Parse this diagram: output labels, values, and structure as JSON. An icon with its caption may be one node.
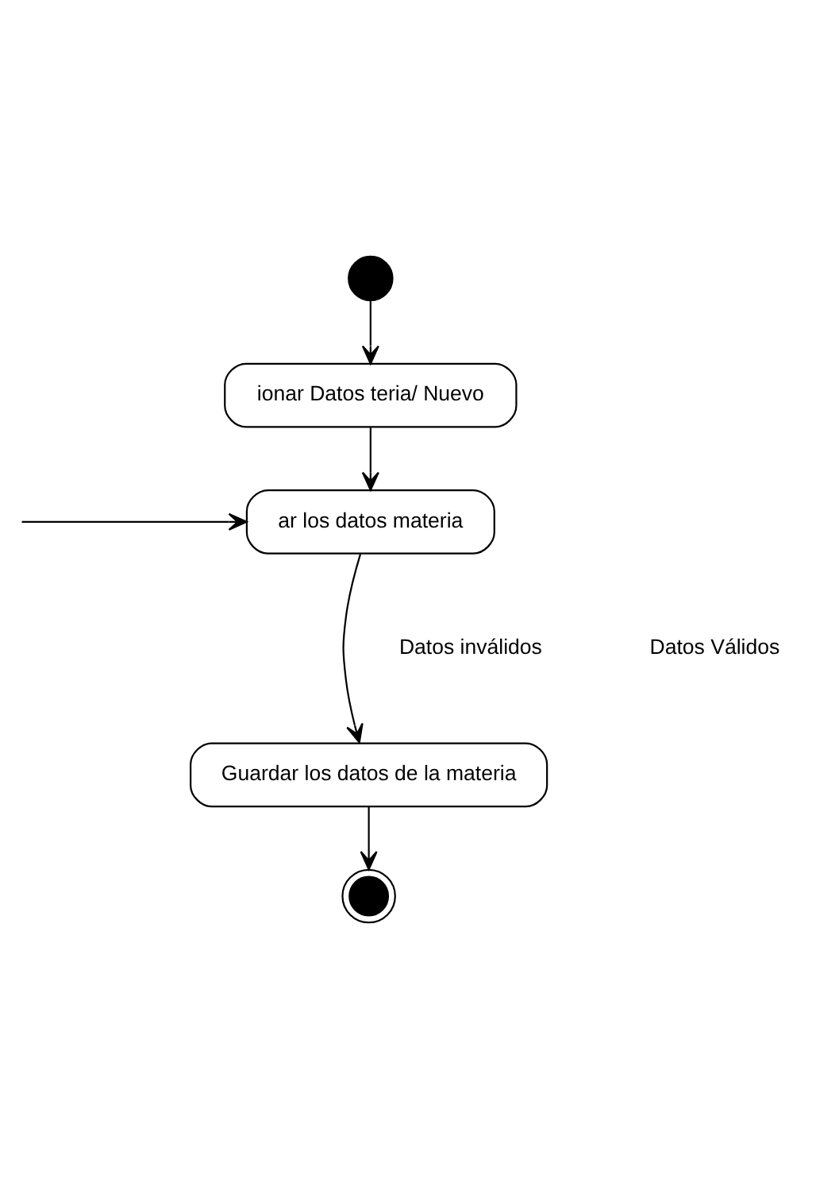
{
  "diagram": {
    "nodes": [
      {
        "text": [],
        "shape": "circle"
      },
      {
        "text": [
          "ionar Datos teria/ Nuevo"
        ]
      },
      {
        "text": [
          "ar los datos materia"
        ]
      },
      {
        "text": [
          "Guardar los datos de la materia"
        ]
      },
      {
        "text": [],
        "shape": "bullseye"
      }
    ],
    "edges": [
      {
        "from": 0,
        "to": 1,
        "arrow": "to"
      },
      {
        "from": 1,
        "to": 2,
        "arrow": "to"
      },
      {
        "from": null,
        "to": 2,
        "arrow": "to"
      },
      {
        "from": 2,
        "to": 3,
        "arrow": "to"
      },
      {
        "from": 3,
        "to": 4,
        "arrow": "to"
      }
    ],
    "labels": [
      "Datos inválidos",
      "Datos Válidos"
    ]
  }
}
